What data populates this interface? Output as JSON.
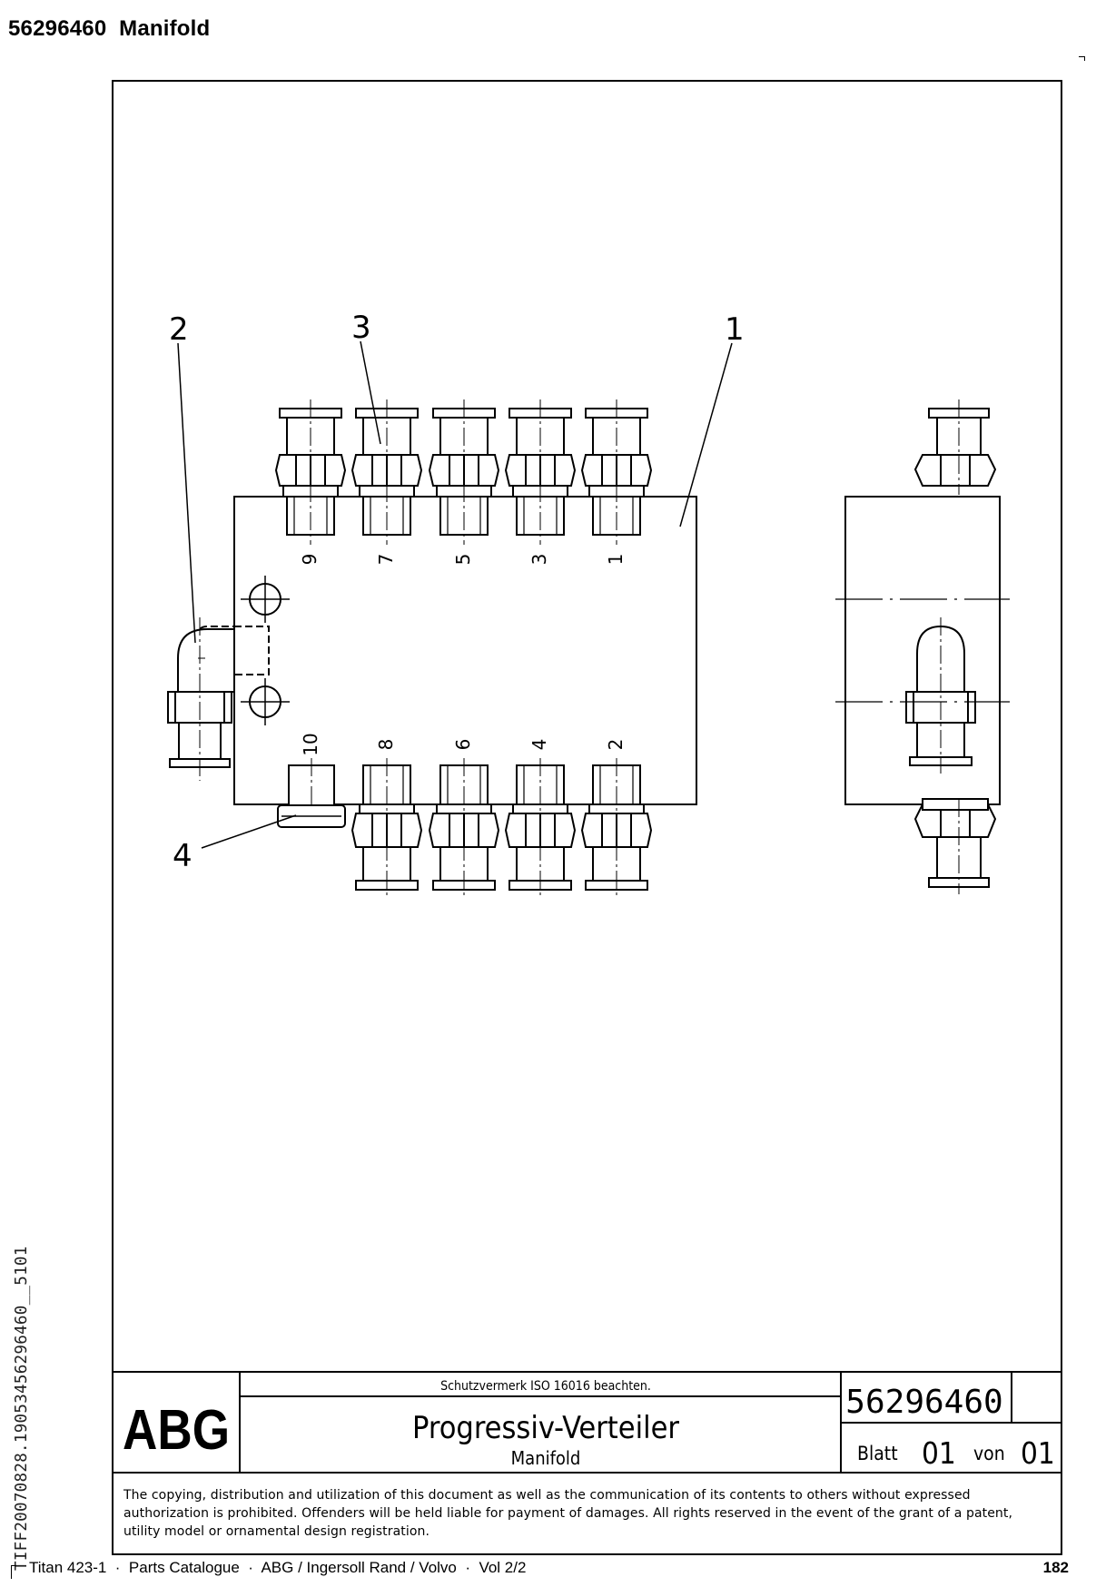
{
  "header": {
    "part_number": "56296460",
    "title": "Manifold"
  },
  "side_code": "TIFF20070828.190534562964​60__5101",
  "drawing": {
    "callouts": [
      "1",
      "2",
      "3",
      "4"
    ],
    "port_numbers_top": [
      "9",
      "7",
      "5",
      "3",
      "1"
    ],
    "port_numbers_bottom": [
      "10",
      "8",
      "6",
      "4",
      "2"
    ]
  },
  "title_block": {
    "logo": "ABG",
    "protection_note": "Schutzvermerk ISO 16016 beachten.",
    "name_de": "Progressiv-Verteiler",
    "name_en": "Manifold",
    "drawing_number": "56296460",
    "sheet_label": "Blatt",
    "sheet_number": "01",
    "of_label": "von",
    "sheet_total": "01"
  },
  "notice": "The copying, distribution and utilization of this document as well as the communication of its contents to others without expressed authorization is prohibited. Offenders will be held liable for payment of damages. All rights reserved in the event of the grant of a patent, utility model or ornamental design registration.",
  "footer": {
    "text": "Titan 423-1  ·  Parts Catalogue  ·  ABG / Ingersoll Rand / Volvo  ·  Vol 2/2",
    "page_number": "182"
  }
}
